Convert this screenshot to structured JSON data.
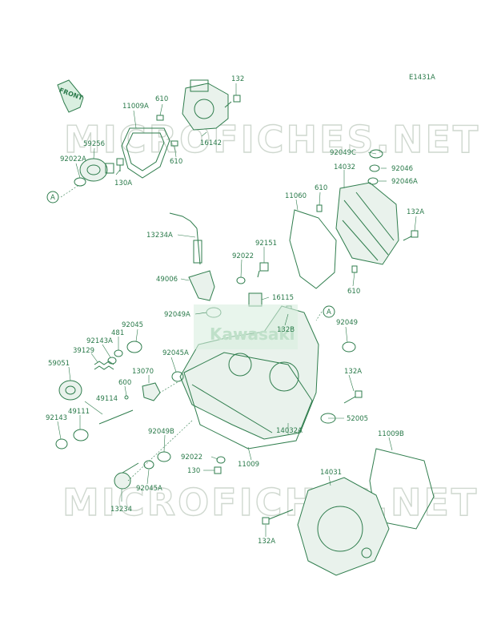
{
  "diagram_code": "E1431A",
  "front_label": "FRONT",
  "watermark": "MICROFICHES.NET",
  "logo_text": "Kawasaki",
  "colors": {
    "line": "#2f7d4d",
    "text": "#2a7a4a",
    "watermark": "#cfd8cf"
  },
  "labels": {
    "l_11009A": "11009A",
    "l_610a": "610",
    "l_132a": "132",
    "l_59256": "59256",
    "l_16142": "16142",
    "l_610b": "610",
    "l_92022A": "92022A",
    "l_130A": "130A",
    "l_A1": "A",
    "l_92049C": "92049C",
    "l_14032": "14032",
    "l_92046": "92046",
    "l_92046A": "92046A",
    "l_11060": "11060",
    "l_610c": "610",
    "l_132A_r": "132A",
    "l_13234A": "13234A",
    "l_92151": "92151",
    "l_92022": "92022",
    "l_49006": "49006",
    "l_610d": "610",
    "l_16115": "16115",
    "l_92049A": "92049A",
    "l_A2": "A",
    "l_132B": "132B",
    "l_92049": "92049",
    "l_92045": "92045",
    "l_481": "481",
    "l_92143A": "92143A",
    "l_39129": "39129",
    "l_92045A_t": "92045A",
    "l_59051": "59051",
    "l_13070": "13070",
    "l_132A_m": "132A",
    "l_600": "600",
    "l_49114": "49114",
    "l_49111": "49111",
    "l_92143": "92143",
    "l_52005": "52005",
    "l_92049B": "92049B",
    "l_14032A": "14032A",
    "l_11009B": "11009B",
    "l_92022_b": "92022",
    "l_11009": "11009",
    "l_130": "130",
    "l_14031": "14031",
    "l_92045A_b": "92045A",
    "l_13234": "13234",
    "l_132A_b": "132A"
  }
}
